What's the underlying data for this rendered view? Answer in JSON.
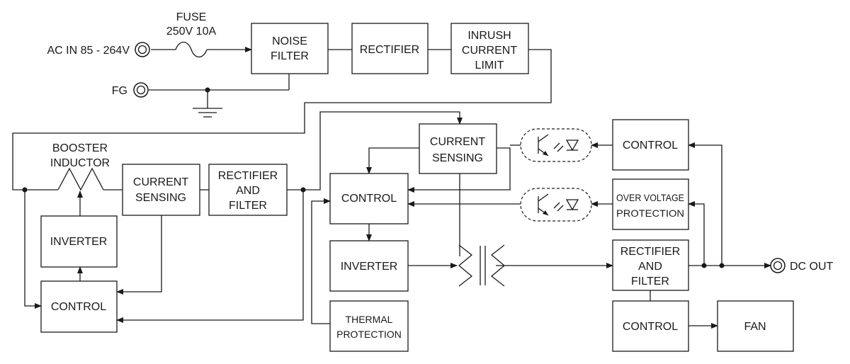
{
  "labels": {
    "ac_in": "AC IN 85 - 264V",
    "fuse": [
      "FUSE",
      "250V 10A"
    ],
    "fg": "FG",
    "dc_out": "DC OUT",
    "booster_inductor": [
      "BOOSTER",
      "INDUCTOR"
    ]
  },
  "blocks": {
    "noise_filter": [
      "NOISE",
      "FILTER"
    ],
    "rectifier_top": [
      "RECTIFIER"
    ],
    "inrush": [
      "INRUSH",
      "CURRENT",
      "LIMIT"
    ],
    "current_sensing_left": [
      "CURRENT",
      "SENSING"
    ],
    "rectifier_filter_left": [
      "RECTIFIER",
      "AND",
      "FILTER"
    ],
    "inverter_left": [
      "INVERTER"
    ],
    "control_left": [
      "CONTROL"
    ],
    "current_sensing_mid": [
      "CURRENT",
      "SENSING"
    ],
    "control_mid": [
      "CONTROL"
    ],
    "inverter_mid": [
      "INVERTER"
    ],
    "thermal": [
      "THERMAL",
      "PROTECTION"
    ],
    "control_right_top": [
      "CONTROL"
    ],
    "ovp": [
      "OVER VOLTAGE",
      "PROTECTION"
    ],
    "rectifier_filter_right": [
      "RECTIFIER",
      "AND",
      "FILTER"
    ],
    "control_fan": [
      "CONTROL"
    ],
    "fan": [
      "FAN"
    ]
  }
}
